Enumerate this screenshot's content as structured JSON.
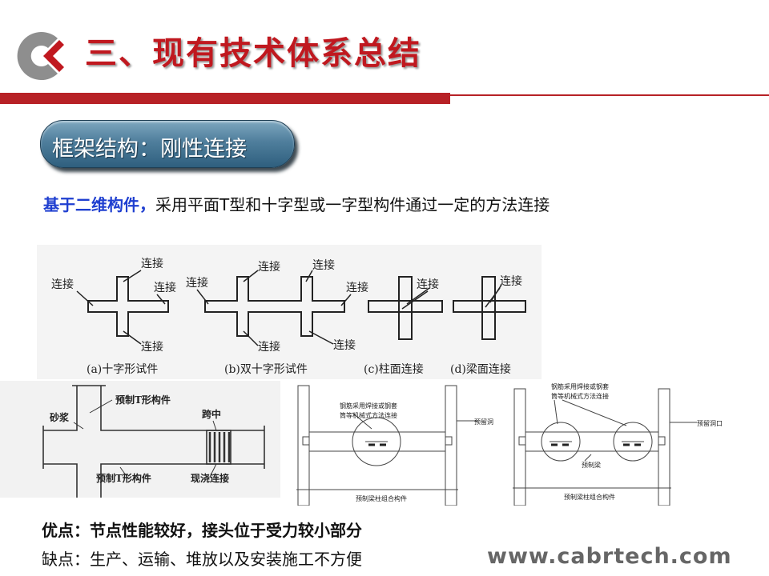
{
  "slide": {
    "title": "三、现有技术体系总结",
    "section_label": "框架结构：刚性连接",
    "intro_highlight": "基于二维构件，",
    "intro_text": "采用平面T型和十字型或一字型构件通过一定的方法连接",
    "pros": "优点：节点性能较好，接头位于受力较小部分",
    "cons": "缺点：生产、运输、堆放以及安装施工不方便",
    "website": "www.cabrtech.com"
  },
  "colors": {
    "brand_red": "#c0181f",
    "pill_blue": "#4f7e9c",
    "highlight_blue": "#1f3fd0"
  },
  "figure_top": {
    "connect": "连接",
    "caption_a": "(a)十字形试件",
    "caption_b": "(b)双十字形试件",
    "caption_c": "(c)柱面连接",
    "caption_d": "(d)梁面连接"
  },
  "figure_left": {
    "label_precast_t_top": "预制T形构件",
    "label_mortar": "砂浆",
    "label_midspan": "跨中",
    "label_precast_t_bottom": "预制T形构件",
    "label_cast_in_place": "现浇连接"
  },
  "figure_mid": {
    "note_rebar": "钢筋采用焊接或钢套",
    "note_rebar2": "筒等机械式方法连接",
    "label_reserved": "预留洞",
    "label_assembly": "预制梁柱组合构件"
  },
  "figure_right": {
    "note_rebar": "钢筋采用焊接或钢套",
    "note_rebar2": "筒等机械式方法连接",
    "label_reserved": "预留洞口",
    "label_beam": "预制梁",
    "label_assembly": "预制梁柱组合构件"
  }
}
